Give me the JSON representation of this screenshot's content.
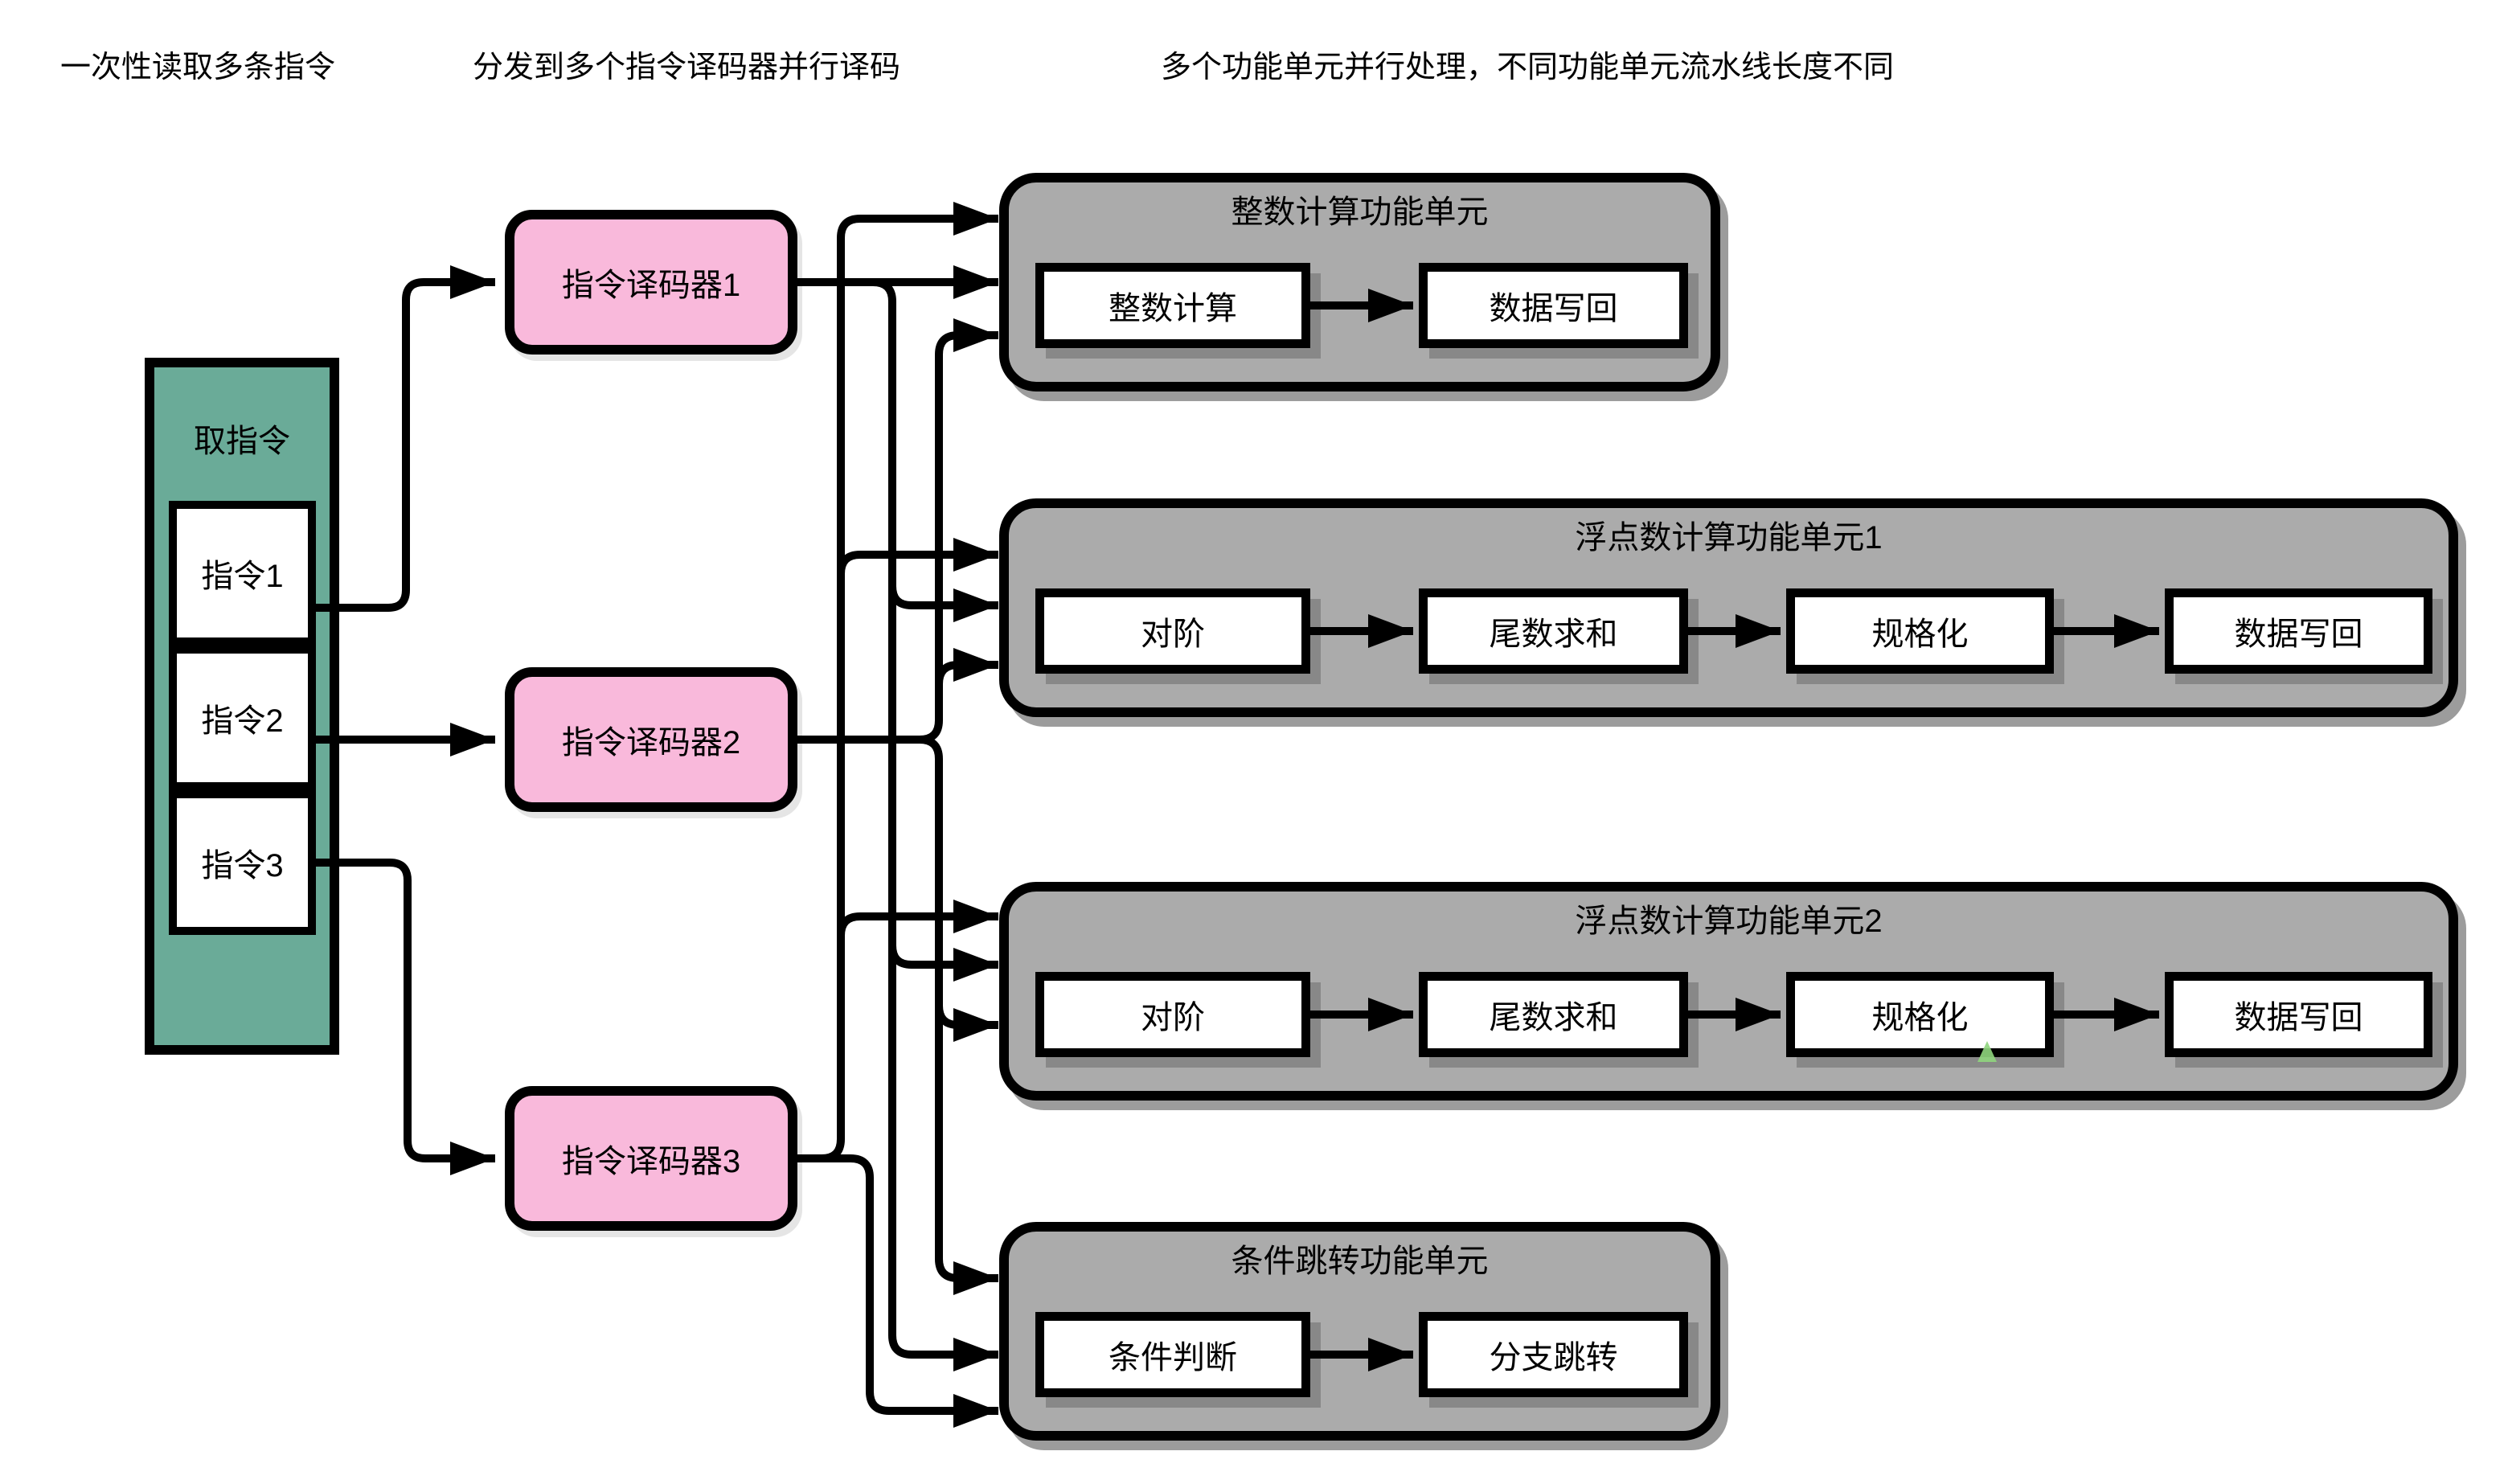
{
  "annotations": {
    "fetch_note": "一次性读取多条指令",
    "decode_note": "分发到多个指令译码器并行译码",
    "execute_note": "多个功能单元并行处理，不同功能单元流水线长度不同"
  },
  "fetch_unit": {
    "title": "取指令",
    "instructions": [
      "指令1",
      "指令2",
      "指令3"
    ]
  },
  "decoders": [
    "指令译码器1",
    "指令译码器2",
    "指令译码器3"
  ],
  "units": [
    {
      "title": "整数计算功能单元",
      "stages": [
        "整数计算",
        "数据写回"
      ]
    },
    {
      "title": "浮点数计算功能单元1",
      "stages": [
        "对阶",
        "尾数求和",
        "规格化",
        "数据写回"
      ]
    },
    {
      "title": "浮点数计算功能单元2",
      "stages": [
        "对阶",
        "尾数求和",
        "规格化",
        "数据写回"
      ]
    },
    {
      "title": "条件跳转功能单元",
      "stages": [
        "条件判断",
        "分支跳转"
      ]
    }
  ],
  "colors": {
    "fetch_green": "#6aab98",
    "decoder_pink": "#f9b9db",
    "unit_gray": "#ababab",
    "stage_white": "#ffffff",
    "line_black": "#000000",
    "stray_mark_green": "#8fd57d"
  }
}
